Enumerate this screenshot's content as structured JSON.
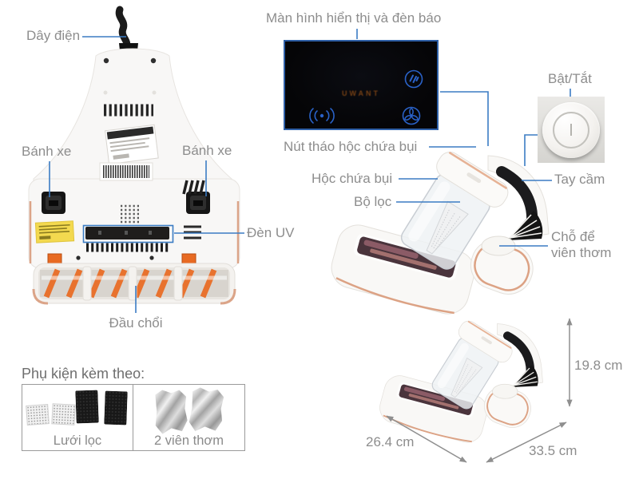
{
  "product": {
    "brand": "UWANT"
  },
  "callouts": {
    "power_cord": "Dây điện",
    "wheel_left": "Bánh xe",
    "wheel_right": "Bánh xe",
    "uv_light": "Đèn UV",
    "brush_head": "Đầu chổi",
    "display_panel": "Màn hình hiển thị và đèn báo",
    "dust_bin_release": "Nút tháo hộc chứa bụi",
    "dust_bin": "Hộc chứa bụi",
    "filter": "Bộ lọc",
    "power_toggle": "Bật/Tắt",
    "handle": "Tay cầm",
    "fragrance_slot": "Chỗ để viên thơm"
  },
  "display_panel": {
    "brand_glow": "UWANT",
    "icons": [
      {
        "name": "uv-mode-icon"
      },
      {
        "name": "sonic-vibration-icon"
      },
      {
        "name": "fan-mode-icon"
      }
    ]
  },
  "power_button": {
    "icon": "power-icon"
  },
  "accessories": {
    "heading": "Phụ kiện kèm theo:",
    "items": [
      {
        "label": "Lưới lọc"
      },
      {
        "label": "2 viên thơm"
      }
    ]
  },
  "dimensions": {
    "width": "26.4 cm",
    "depth": "33.5 cm",
    "height": "19.8 cm"
  },
  "colors": {
    "leader_line": "#3b7cc4",
    "label_text": "#8d8d8d",
    "panel_border": "#2e5fa6",
    "panel_icon": "#2a62c8",
    "rose_gold": "#dca284",
    "brush_stripe": "#e8722e",
    "dimension_line": "#8f8f8f"
  }
}
